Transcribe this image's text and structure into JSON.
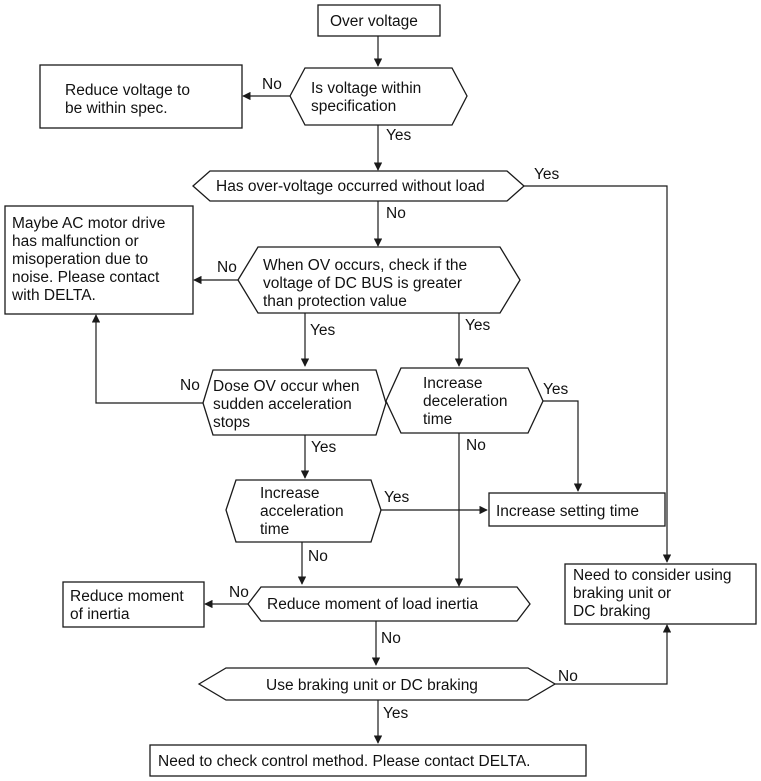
{
  "nodes": {
    "over_voltage": [
      "Over voltage"
    ],
    "voltage_in_spec": [
      "Is voltage within",
      "specification"
    ],
    "reduce_voltage": [
      "Reduce voltage to",
      "be within spec."
    ],
    "ov_without_load": [
      "Has over-voltage occurred without load"
    ],
    "maybe_malfunction": [
      "Maybe AC motor drive",
      "has malfunction or",
      "misoperation due to",
      "noise. Please contact",
      "with DELTA."
    ],
    "check_dc_bus": [
      "When OV occurs, check if the",
      "voltage of DC BUS is greater",
      "than protection value"
    ],
    "ov_accel_stops": [
      "Dose OV occur when",
      "sudden acceleration",
      "stops"
    ],
    "increase_decel": [
      "Increase",
      "deceleration",
      "time"
    ],
    "increase_accel": [
      "Increase",
      "acceleration",
      "time"
    ],
    "increase_setting": [
      "Increase setting time"
    ],
    "reduce_inertia_small": [
      "Reduce moment",
      "of inertia"
    ],
    "reduce_load_inertia": [
      "Reduce moment of load  inertia"
    ],
    "consider_braking": [
      "Need to consider using",
      "braking unit  or",
      "DC braking"
    ],
    "use_braking": [
      "Use braking unit or DC braking"
    ],
    "check_control": [
      "Need to check control method. Please contact DELTA."
    ]
  },
  "answers": {
    "yes": "Yes",
    "no": "No"
  }
}
